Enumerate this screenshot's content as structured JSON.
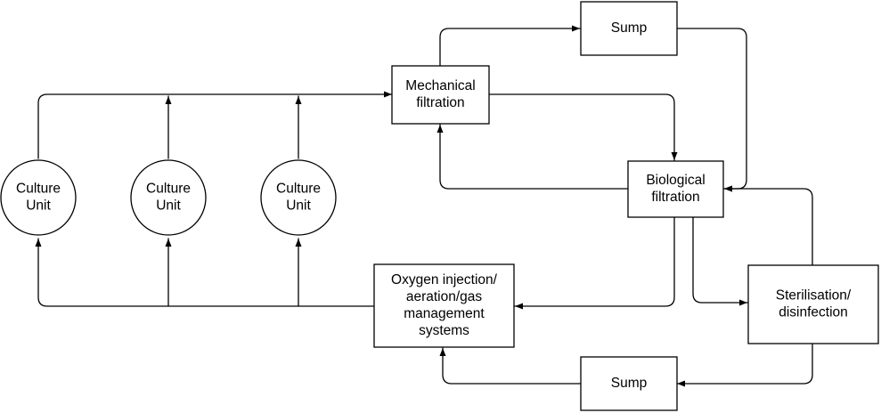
{
  "nodes": {
    "culture_unit_1": {
      "lines": [
        "Culture",
        "Unit"
      ]
    },
    "culture_unit_2": {
      "lines": [
        "Culture",
        "Unit"
      ]
    },
    "culture_unit_3": {
      "lines": [
        "Culture",
        "Unit"
      ]
    },
    "mechanical_filtration": {
      "lines": [
        "Mechanical",
        "filtration"
      ]
    },
    "sump_top": {
      "lines": [
        "Sump"
      ]
    },
    "biological_filtration": {
      "lines": [
        "Biological",
        "filtration"
      ]
    },
    "oxygen_injection": {
      "lines": [
        "Oxygen injection/",
        "aeration/gas",
        "management",
        "systems"
      ]
    },
    "sterilisation": {
      "lines": [
        "Sterilisation/",
        "disinfection"
      ]
    },
    "sump_bottom": {
      "lines": [
        "Sump"
      ]
    }
  },
  "colors": {
    "stroke": "#000000",
    "fill": "#ffffff"
  }
}
